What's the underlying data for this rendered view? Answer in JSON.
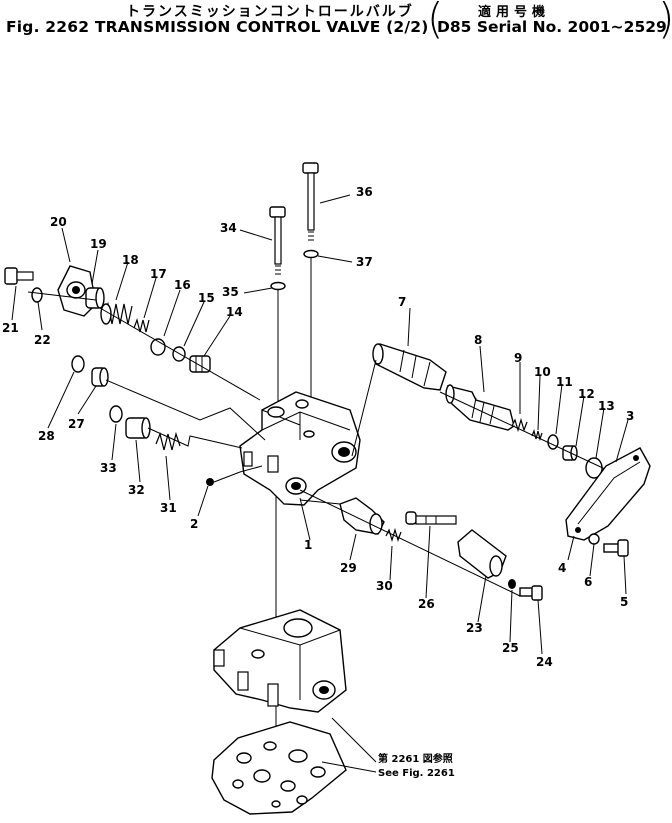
{
  "header": {
    "title_jp": "トランスミッションコントロールバルブ",
    "title_en": "Fig. 2262 TRANSMISSION CONTROL VALVE (2/2)",
    "applicable_jp": "適用号機",
    "applicable_en": "D85 Serial No. 2001∼2529"
  },
  "reference": {
    "jp": "第 2261 図参照",
    "en": "See Fig. 2261"
  },
  "callouts": {
    "c1": "1",
    "c2": "2",
    "c3": "3",
    "c4": "4",
    "c5": "5",
    "c6": "6",
    "c7": "7",
    "c8": "8",
    "c9": "9",
    "c10": "10",
    "c11": "11",
    "c12": "12",
    "c13": "13",
    "c14": "14",
    "c15": "15",
    "c16": "16",
    "c17": "17",
    "c18": "18",
    "c19": "19",
    "c20": "20",
    "c21": "21",
    "c22": "22",
    "c23": "23",
    "c24": "24",
    "c25": "25",
    "c26": "26",
    "c27": "27",
    "c28": "28",
    "c29": "29",
    "c30": "30",
    "c31": "31",
    "c32": "32",
    "c33": "33",
    "c34": "34",
    "c35": "35",
    "c36": "36",
    "c37": "37"
  }
}
